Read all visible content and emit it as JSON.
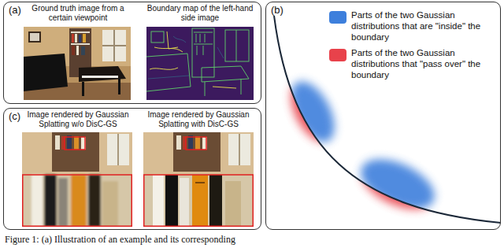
{
  "diagram": {
    "caption": "Figure 1: (a) Illustration of an example and its corresponding",
    "nodes": [
      {
        "text": [
          "(a)"
        ]
      },
      {
        "text": [
          "(b)"
        ]
      },
      {
        "text": [
          "(c)"
        ]
      }
    ],
    "labels": [
      "Ground truth image from a certain viewpoint",
      "Boundary map of the left-hand side image",
      "Image rendered by Gaussian Splatting w/o DisC-GS",
      "Image rendered by Gaussian Splatting with DisC-GS"
    ],
    "legend": [
      {
        "text": "Parts of the two Gaussian distributions that are \"inside\" the boundary",
        "color": "#3d7fdc"
      },
      {
        "text": "Parts of the two Gaussian distributions that \"pass over\" the boundary",
        "color": "#e8424b"
      }
    ]
  }
}
